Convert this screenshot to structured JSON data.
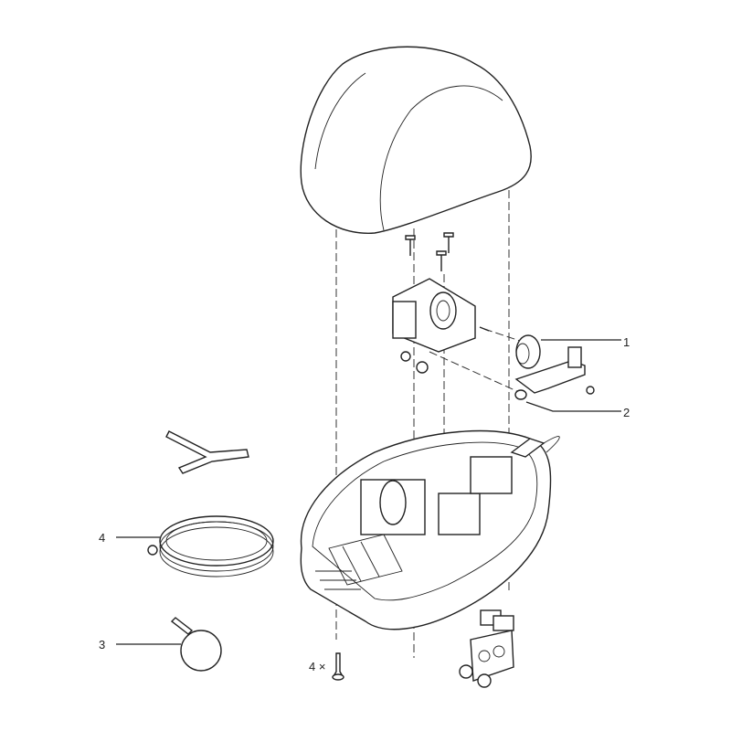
{
  "callouts": [
    {
      "id": "1",
      "text": "1"
    },
    {
      "id": "2",
      "text": "2"
    },
    {
      "id": "4a",
      "text": "4"
    },
    {
      "id": "3",
      "text": "3"
    },
    {
      "id": "4b",
      "text": "4 ×"
    }
  ]
}
